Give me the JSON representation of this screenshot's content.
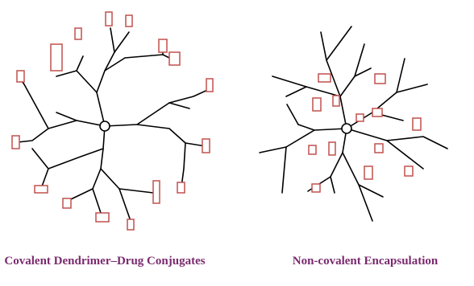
{
  "diagram": {
    "colors": {
      "drug": "#c0504d",
      "branch": "#000000",
      "caption": "#7a2a6e"
    },
    "panels": [
      {
        "id": "covalent",
        "caption": "Covalent Dendrimer–Drug Conjugates"
      },
      {
        "id": "noncovalent",
        "caption": "Non-covalent Encapsulation"
      }
    ]
  }
}
